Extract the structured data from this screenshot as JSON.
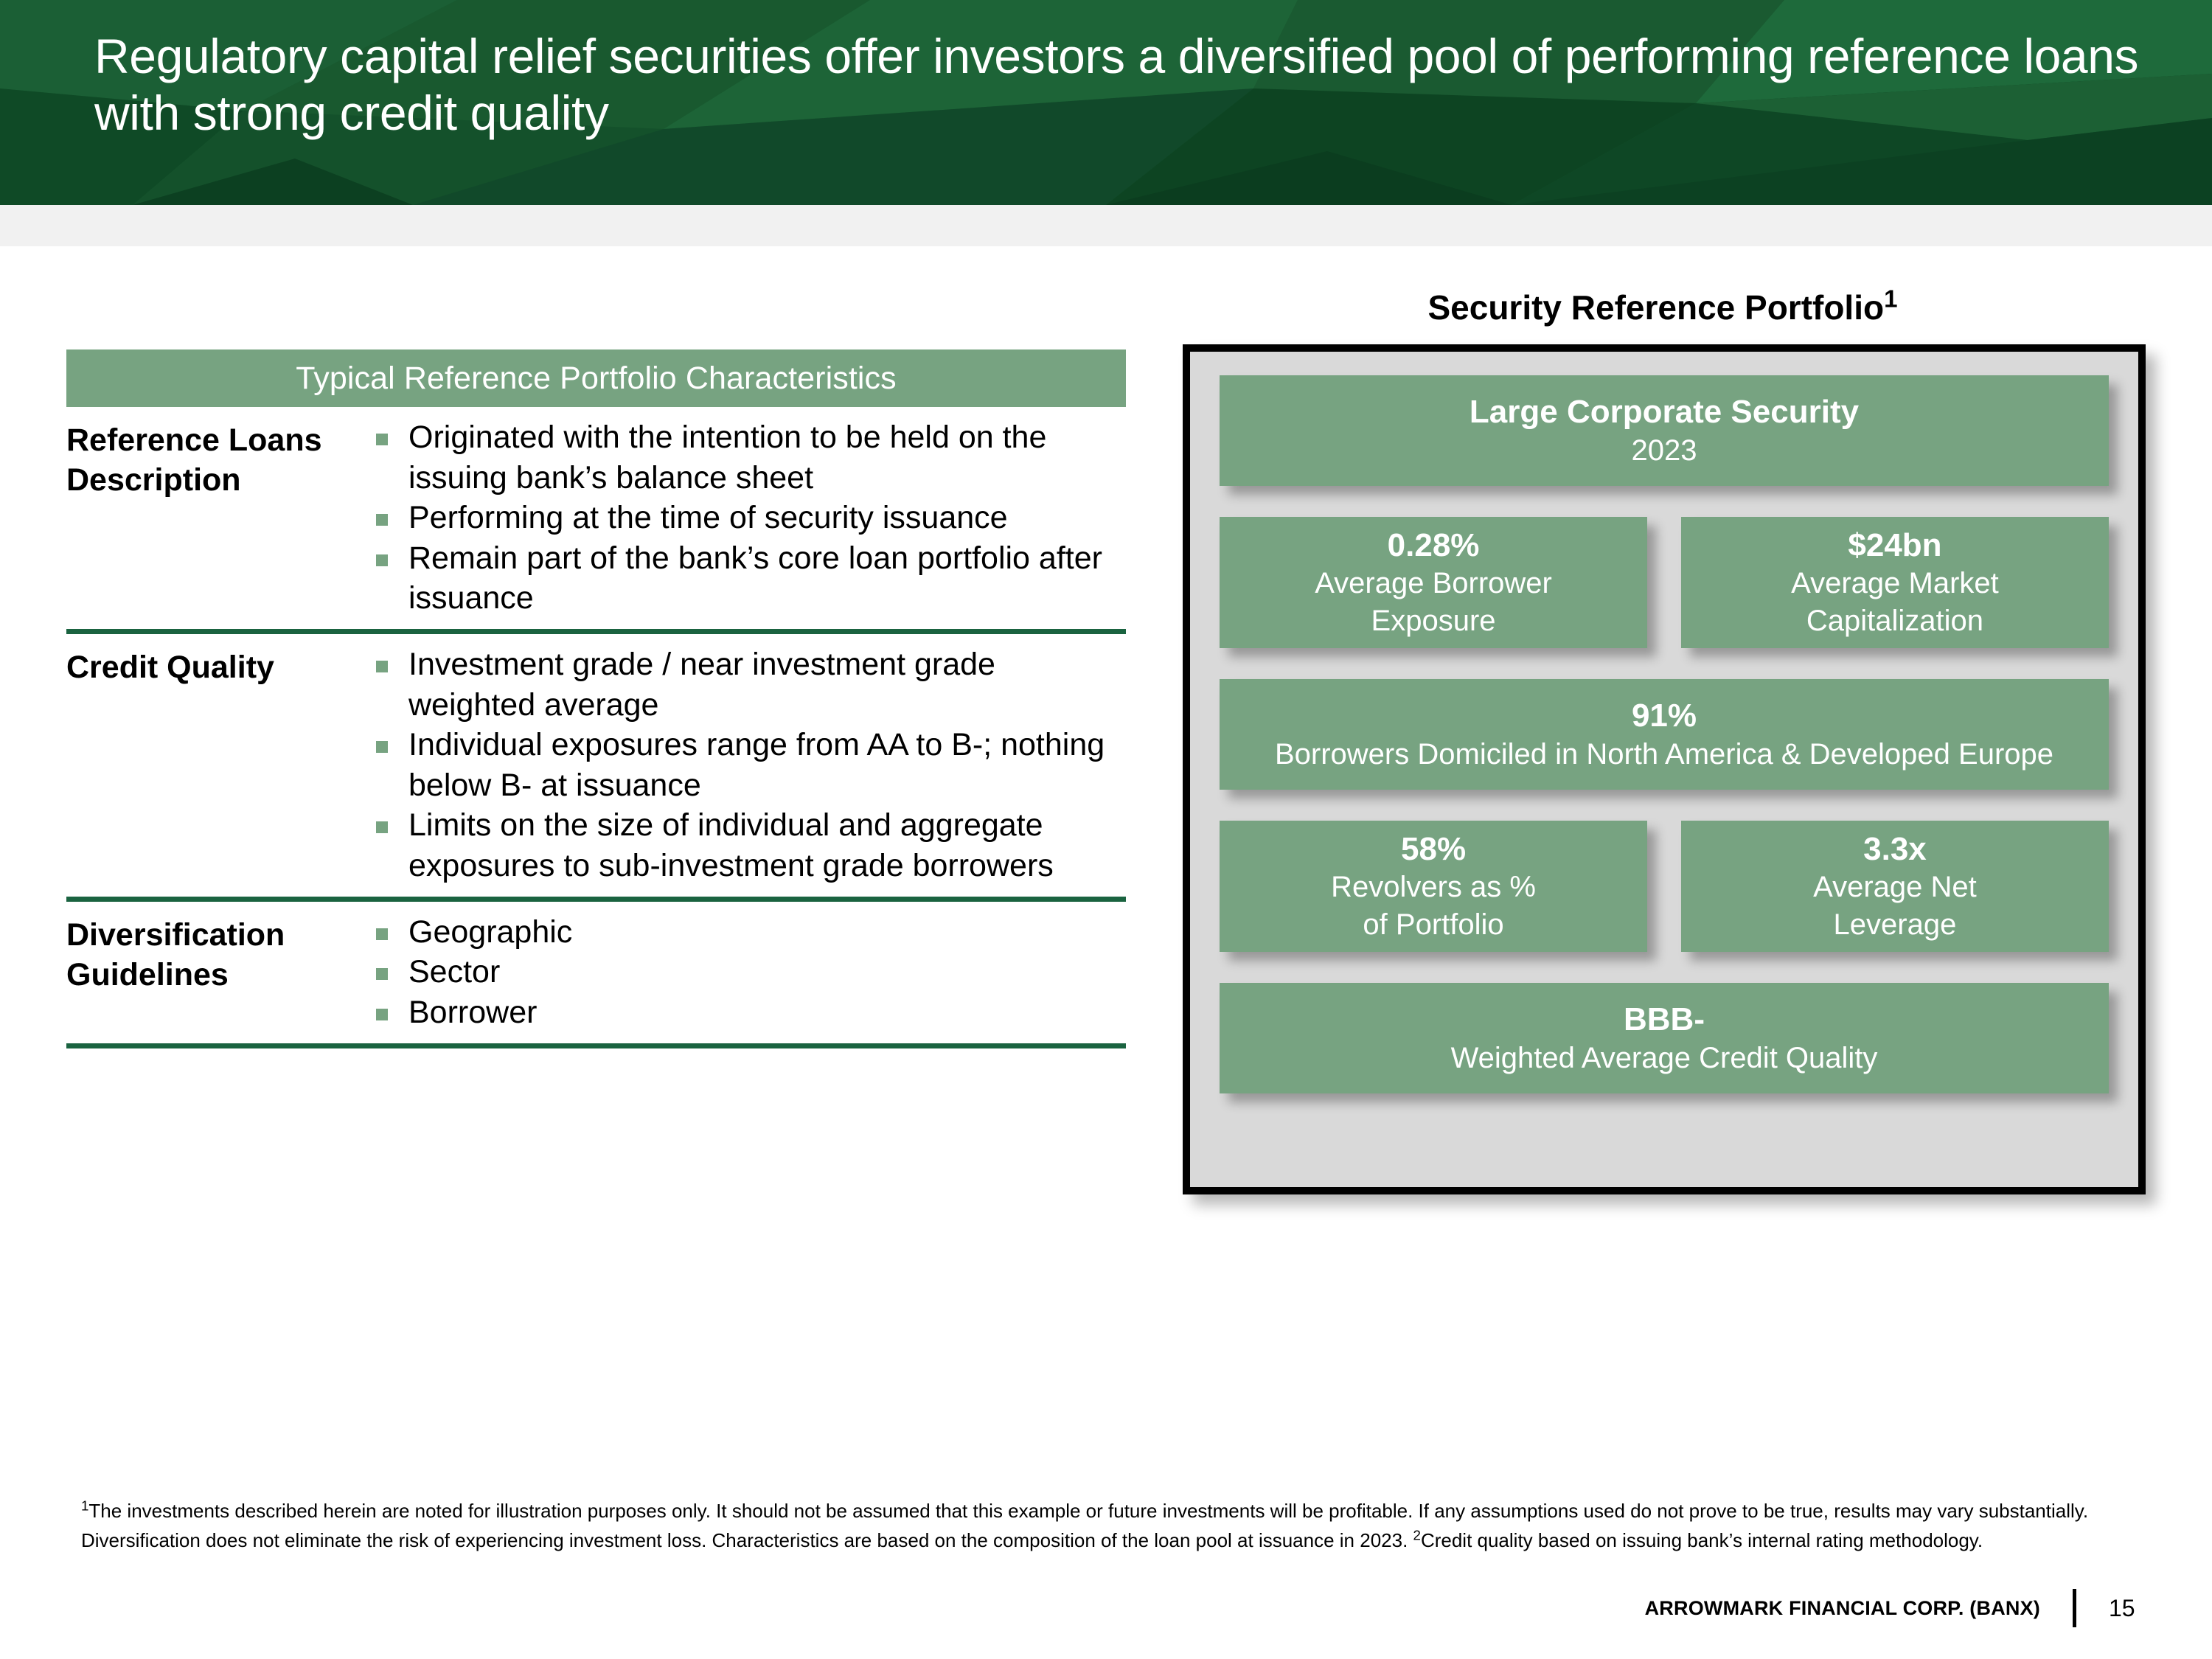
{
  "header": {
    "title": "Regulatory capital relief securities offer investors a diversified pool of performing reference loans with strong credit quality",
    "background_color": "#17582f"
  },
  "left_table": {
    "header_label": "Typical Reference Portfolio Characteristics",
    "header_bg": "#77a381",
    "divider_color": "#1a6340",
    "rows": [
      {
        "label": "Reference Loans Description",
        "bullets": [
          "Originated with the intention to be held on the issuing bank’s balance sheet",
          "Performing at the time of security issuance",
          "Remain part of the bank’s core loan portfolio after issuance"
        ]
      },
      {
        "label": "Credit Quality",
        "bullets": [
          "Investment grade / near investment grade weighted average",
          "Individual exposures range from AA to B-; nothing below B- at issuance",
          "Limits on the size of individual and aggregate exposures to sub-investment grade borrowers"
        ]
      },
      {
        "label": "Diversification Guidelines",
        "bullets": [
          "Geographic",
          "Sector",
          "Borrower"
        ]
      }
    ]
  },
  "right_panel": {
    "title": "Security Reference Portfolio",
    "title_superscript": "1",
    "panel_bg": "#d9d9d9",
    "box_color": "#77a381",
    "boxes": [
      {
        "value": "Large Corporate Security",
        "sub": "2023",
        "span": "full"
      },
      {
        "value": "0.28%",
        "sub": "Average Borrower\nExposure",
        "span": "half"
      },
      {
        "value": "$24bn",
        "sub": "Average Market\nCapitalization",
        "span": "half"
      },
      {
        "value": "91%",
        "sub": "Borrowers Domiciled in North America & Developed Europe",
        "span": "full"
      },
      {
        "value": "58%",
        "sub": "Revolvers as %\nof Portfolio",
        "span": "half"
      },
      {
        "value": "3.3x",
        "sub": "Average Net\nLeverage",
        "span": "half"
      },
      {
        "value": "BBB-",
        "sub": "Weighted Average Credit Quality",
        "span": "full"
      }
    ]
  },
  "footnote": {
    "marker_1": "1",
    "text_1": "The investments described herein are noted for illustration purposes only. It should not be assumed that this example or future investments will be profitable. If any assumptions used do not prove to be true, results may vary substantially. Diversification does not eliminate the risk of experiencing investment loss. Characteristics are based on the composition of the loan pool at issuance in 2023. ",
    "marker_2": "2",
    "text_2": "Credit quality based on issuing bank’s internal rating methodology."
  },
  "footer": {
    "company": "ARROWMARK FINANCIAL CORP. (BANX)",
    "page_number": "15"
  }
}
